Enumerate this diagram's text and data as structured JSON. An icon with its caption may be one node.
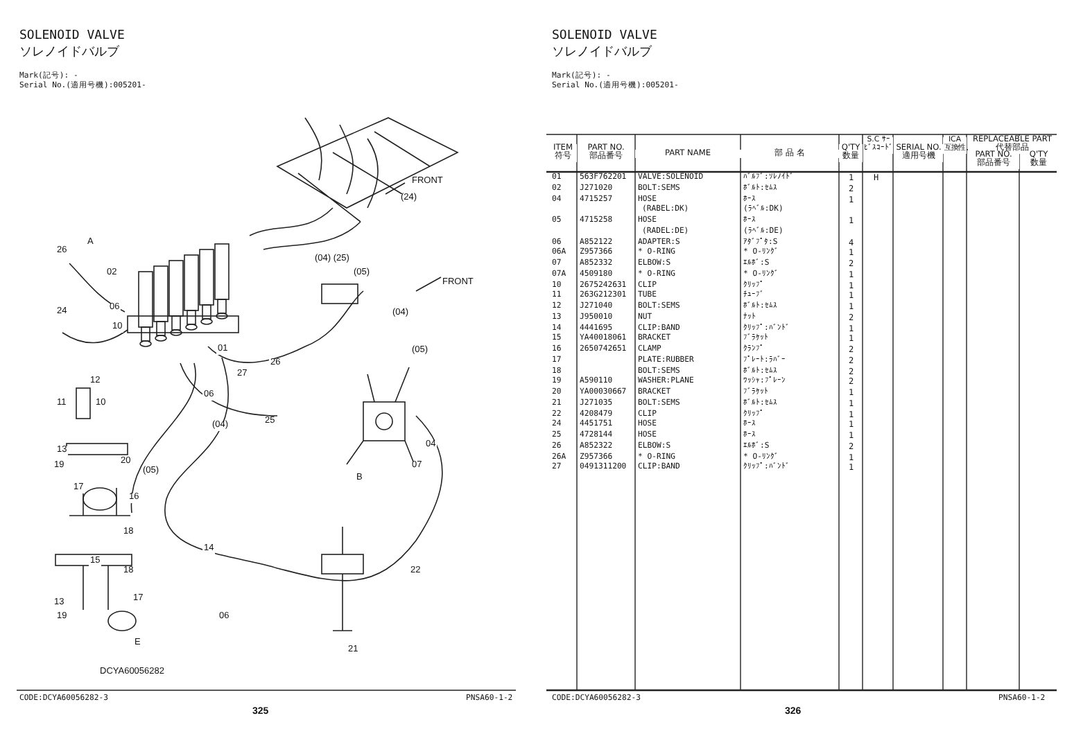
{
  "diagram": {
    "labels": [
      "SOLENOID VALVE",
      "ソレノイドバルブ",
      "Mark(記号): -",
      "Serial No.(適用号機):005201-",
      "SOLENOID VALVE",
      "ソレノイドバルブ",
      "Mark(記号): -",
      "Serial No.(適用号機):005201-",
      "FRONT",
      "(24)",
      "26",
      "A",
      "02",
      "(04) (25)",
      "(05)",
      "FRONT",
      "24",
      "06",
      "10",
      "(04)",
      "01",
      "(05)",
      "26",
      "27",
      "12",
      "11",
      "10",
      "06",
      "(04)",
      "25",
      "13",
      "20",
      "19",
      "(05)",
      "07",
      "04",
      "B",
      "17",
      "16",
      "18",
      "14",
      "15",
      "18",
      "22",
      "13",
      "19",
      "17",
      "06",
      "E",
      "21",
      "DCYA60056282",
      "CODE:DCYA60056282-3",
      "325",
      "PNSA60-1-2",
      "ITEM 符号",
      "PART NO. 部品番号",
      "PART NAME",
      "部 品 名",
      "Q'TY 数量",
      "S.C ｻｰﾋﾞｽｺｰﾄﾞ",
      "SERIAL NO. 適用号機",
      "ICA 互換性",
      "REPLACEABLE PART 代替部品",
      "PART NO. 部品番号",
      "Q'TY 数量",
      "01",
      "563F762201",
      "VALVE:SOLENOID",
      "ﾊﾞﾙﾌﾞ:ｿﾚﾉｲﾄﾞ",
      "1",
      "H",
      "02",
      "J271020",
      "BOLT:SEMS",
      "ﾎﾞﾙﾄ:ｾﾑｽ",
      "2",
      "04",
      "4715257",
      "HOSE",
      "ﾎｰｽ",
      "1",
      "(RABEL:DK)",
      "(ﾗﾍﾞﾙ:DK)",
      "05",
      "4715258",
      "HOSE",
      "ﾎｰｽ",
      "1",
      "(RADEL:DE)",
      "(ﾗﾍﾞﾙ:DE)",
      "06",
      "A852122",
      "ADAPTER:S",
      "ｱﾀﾞﾌﾟﾀ:S",
      "4",
      "06A",
      "Z957366",
      "* O-RING",
      "* O-ﾘﾝｸﾞ",
      "1",
      "07",
      "A852332",
      "ELBOW:S",
      "ｴﾙﾎﾞ:S",
      "2",
      "07A",
      "4509180",
      "* O-RING",
      "* O-ﾘﾝｸﾞ",
      "1",
      "10",
      "2675242631",
      "CLIP",
      "ｸﾘｯﾌﾟ",
      "1",
      "11",
      "263G212301",
      "TUBE",
      "ﾁｭｰﾌﾞ",
      "1",
      "12",
      "J271040",
      "BOLT:SEMS",
      "ﾎﾞﾙﾄ:ｾﾑｽ",
      "1",
      "13",
      "J950010",
      "NUT",
      "ﾅｯﾄ",
      "2",
      "14",
      "4441695",
      "CLIP:BAND",
      "ｸﾘｯﾌﾟ:ﾊﾞﾝﾄﾞ",
      "1",
      "15",
      "YA40018061",
      "BRACKET",
      "ﾌﾞﾗｹｯﾄ",
      "1",
      "16",
      "2650742651",
      "CLAMP",
      "ｸﾗﾝﾌﾟ",
      "2",
      "17",
      "PLATE:RUBBER",
      "ﾌﾟﾚｰﾄ:ﾗﾊﾞｰ",
      "2",
      "18",
      "BOLT:SEMS",
      "ﾎﾞﾙﾄ:ｾﾑｽ",
      "2",
      "19",
      "A590110",
      "WASHER:PLANE",
      "ﾜｯｼｬ:ﾌﾟﾚｰﾝ",
      "2",
      "20",
      "YA00030667",
      "BRACKET",
      "ﾌﾞﾗｹｯﾄ",
      "1",
      "21",
      "J271035",
      "BOLT:SEMS",
      "ﾎﾞﾙﾄ:ｾﾑｽ",
      "1",
      "22",
      "4208479",
      "CLIP",
      "ｸﾘｯﾌﾟ",
      "1",
      "24",
      "4451751",
      "HOSE",
      "ﾎｰｽ",
      "1",
      "25",
      "4728144",
      "HOSE",
      "ﾎｰｽ",
      "1",
      "26",
      "A852322",
      "ELBOW:S",
      "ｴﾙﾎﾞ:S",
      "2",
      "26A",
      "Z957366",
      "* O-RING",
      "* O-ﾘﾝｸﾞ",
      "1",
      "27",
      "0491311200",
      "CLIP:BAND",
      "ｸﾘｯﾌﾟ:ﾊﾞﾝﾄﾞ",
      "1",
      "CODE:DCYA60056282-3",
      "326",
      "PNSA60-1-2"
    ]
  }
}
